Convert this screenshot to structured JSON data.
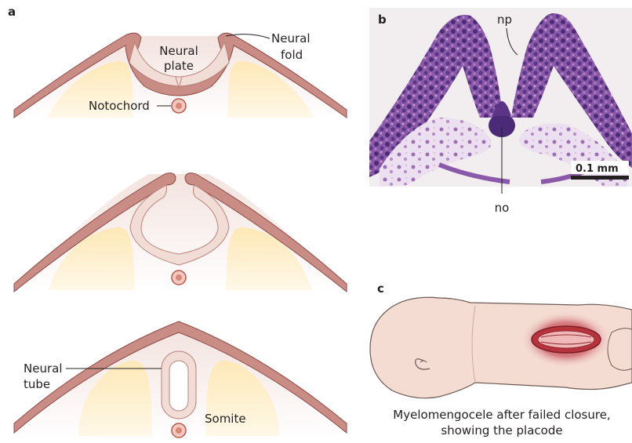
{
  "panels": {
    "a": {
      "letter": "a",
      "labels": {
        "neural_plate_1": "Neural",
        "neural_plate_2": "plate",
        "neural_fold_1": "Neural",
        "neural_fold_2": "fold",
        "notochord": "Notochord",
        "neural_tube_1": "Neural",
        "neural_tube_2": "tube",
        "somite": "Somite"
      }
    },
    "b": {
      "letter": "b",
      "labels": {
        "np": "np",
        "no": "no"
      },
      "scale_bar": "0.1 mm"
    },
    "c": {
      "letter": "c",
      "caption_line1": "Myelomengocele after failed closure,",
      "caption_line2": "showing the placode"
    }
  },
  "colors": {
    "ectoderm": "#c98d86",
    "ectoderm_stroke": "#8e4a45",
    "neural_tissue": "#f1dcd6",
    "somite": "#fbecc8",
    "notochord": "#d9877a",
    "background_haze": "#f7eee9",
    "histology_purple": "#6a3d8f",
    "histology_pink": "#d7a9d4",
    "skin": "#f4dcd3",
    "lesion": "#b7343c"
  }
}
